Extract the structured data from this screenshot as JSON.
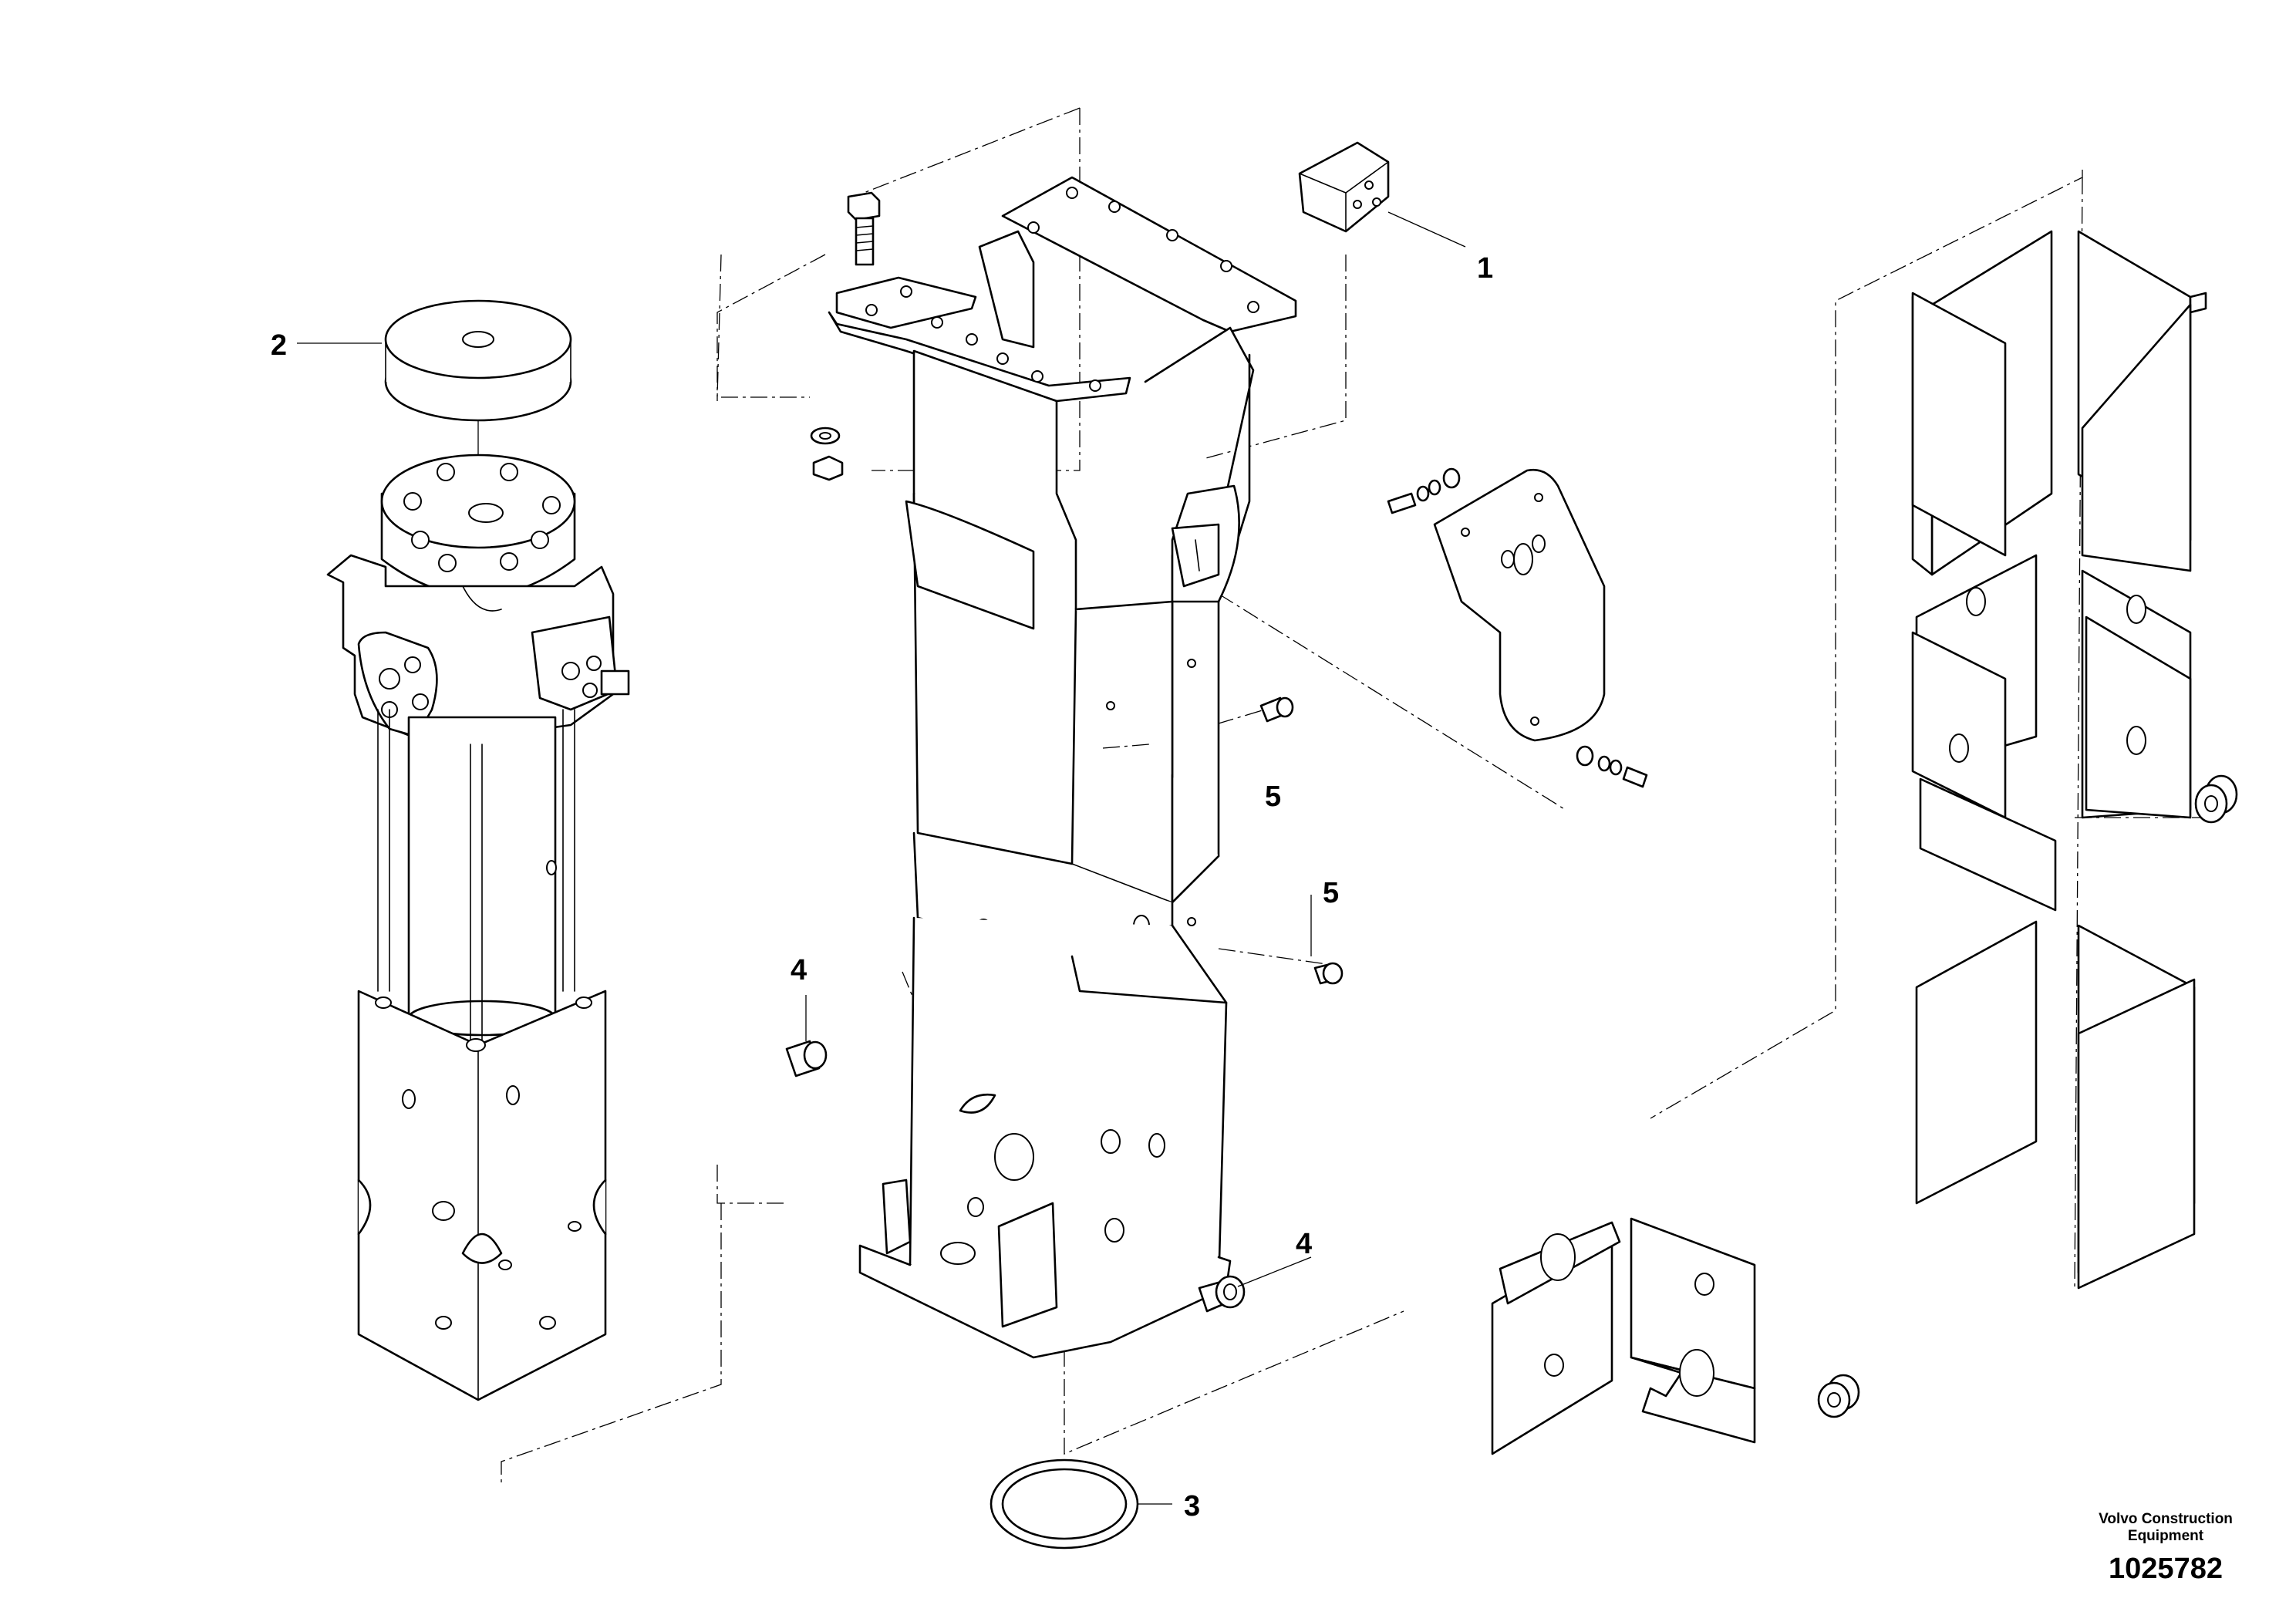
{
  "callouts": [
    {
      "id": "1",
      "label": "1"
    },
    {
      "id": "2",
      "label": "2"
    },
    {
      "id": "3",
      "label": "3"
    },
    {
      "id": "4a",
      "label": "4"
    },
    {
      "id": "4b",
      "label": "4"
    },
    {
      "id": "5a",
      "label": "5"
    },
    {
      "id": "5b",
      "label": "5"
    }
  ],
  "footer": {
    "brand_line1": "Volvo Construction",
    "brand_line2": "Equipment",
    "drawing_number": "1025782"
  }
}
